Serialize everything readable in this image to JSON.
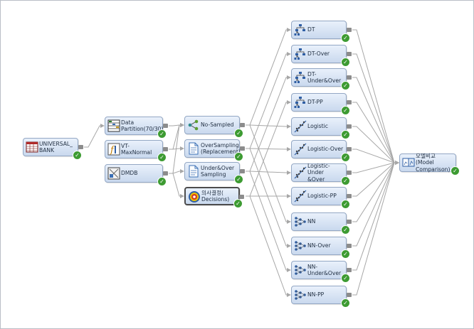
{
  "nodes": [
    {
      "id": "universal-bank",
      "label": "UNIVERSAL_\nBANK",
      "icon": "table-grid-icon"
    },
    {
      "id": "data-partition",
      "label": "Data\nPartition(70/30)",
      "icon": "data-partition-icon"
    },
    {
      "id": "vt-maxnormal",
      "label": "VT-MaxNormal",
      "icon": "variable-transform-icon"
    },
    {
      "id": "dmdb",
      "label": "DMDB",
      "icon": "dmdb-icon"
    },
    {
      "id": "no-sampled",
      "label": "No-Sampled",
      "icon": "sample-flow-icon"
    },
    {
      "id": "oversampling",
      "label": "OverSampling\n(Replacement)",
      "icon": "document-icon"
    },
    {
      "id": "under-over-sampling",
      "label": "Under&Over\nSampling",
      "icon": "document-icon"
    },
    {
      "id": "decisions",
      "label": "의사결정(\nDecisions)",
      "icon": "decisions-target-icon"
    },
    {
      "id": "dt",
      "label": "DT",
      "icon": "decision-tree-icon"
    },
    {
      "id": "dt-over",
      "label": "DT-Over",
      "icon": "decision-tree-icon"
    },
    {
      "id": "dt-under-over",
      "label": "DT-Under&Over",
      "icon": "decision-tree-icon"
    },
    {
      "id": "dt-pp",
      "label": "DT-PP",
      "icon": "decision-tree-icon"
    },
    {
      "id": "logistic",
      "label": "Logistic",
      "icon": "regression-icon"
    },
    {
      "id": "logistic-over",
      "label": "Logistic-Over",
      "icon": "regression-icon"
    },
    {
      "id": "logistic-under-over",
      "label": "Logistic-Under\n&Over",
      "icon": "regression-icon"
    },
    {
      "id": "logistic-pp",
      "label": "Logistic-PP",
      "icon": "regression-icon"
    },
    {
      "id": "nn",
      "label": "NN",
      "icon": "neural-network-icon"
    },
    {
      "id": "nn-over",
      "label": "NN-Over",
      "icon": "neural-network-icon"
    },
    {
      "id": "nn-under-over",
      "label": "NN-Under&Over",
      "icon": "neural-network-icon"
    },
    {
      "id": "nn-pp",
      "label": "NN-PP",
      "icon": "neural-network-icon"
    },
    {
      "id": "model-comparison",
      "label": "모델비교(Model\nComparison)",
      "icon": "model-comparison-icon"
    }
  ],
  "selected_node": "decisions",
  "edges": [
    [
      "universal-bank",
      "data-partition"
    ],
    [
      "data-partition",
      "no-sampled"
    ],
    [
      "vt-maxnormal",
      "no-sampled"
    ],
    [
      "dmdb",
      "no-sampled"
    ],
    [
      "vt-maxnormal",
      "oversampling"
    ],
    [
      "dmdb",
      "under-over-sampling"
    ],
    [
      "dmdb",
      "decisions"
    ],
    [
      "no-sampled",
      "dt"
    ],
    [
      "no-sampled",
      "logistic"
    ],
    [
      "no-sampled",
      "nn"
    ],
    [
      "oversampling",
      "dt-over"
    ],
    [
      "oversampling",
      "logistic-over"
    ],
    [
      "oversampling",
      "nn-over"
    ],
    [
      "under-over-sampling",
      "dt-under-over"
    ],
    [
      "under-over-sampling",
      "logistic-under-over"
    ],
    [
      "under-over-sampling",
      "nn-under-over"
    ],
    [
      "decisions",
      "dt-pp"
    ],
    [
      "decisions",
      "logistic-pp"
    ],
    [
      "decisions",
      "nn-pp"
    ],
    [
      "dt",
      "model-comparison"
    ],
    [
      "dt-over",
      "model-comparison"
    ],
    [
      "dt-under-over",
      "model-comparison"
    ],
    [
      "dt-pp",
      "model-comparison"
    ],
    [
      "logistic",
      "model-comparison"
    ],
    [
      "logistic-over",
      "model-comparison"
    ],
    [
      "logistic-under-over",
      "model-comparison"
    ],
    [
      "logistic-pp",
      "model-comparison"
    ],
    [
      "nn",
      "model-comparison"
    ],
    [
      "nn-over",
      "model-comparison"
    ],
    [
      "nn-under-over",
      "model-comparison"
    ],
    [
      "nn-pp",
      "model-comparison"
    ]
  ],
  "colors": {
    "node_fill_top": "#e9f1fb",
    "node_fill_bottom": "#c9d9ee",
    "node_border": "#93a7c4",
    "wire": "#a7a7a7",
    "check": "#3d9b32"
  }
}
